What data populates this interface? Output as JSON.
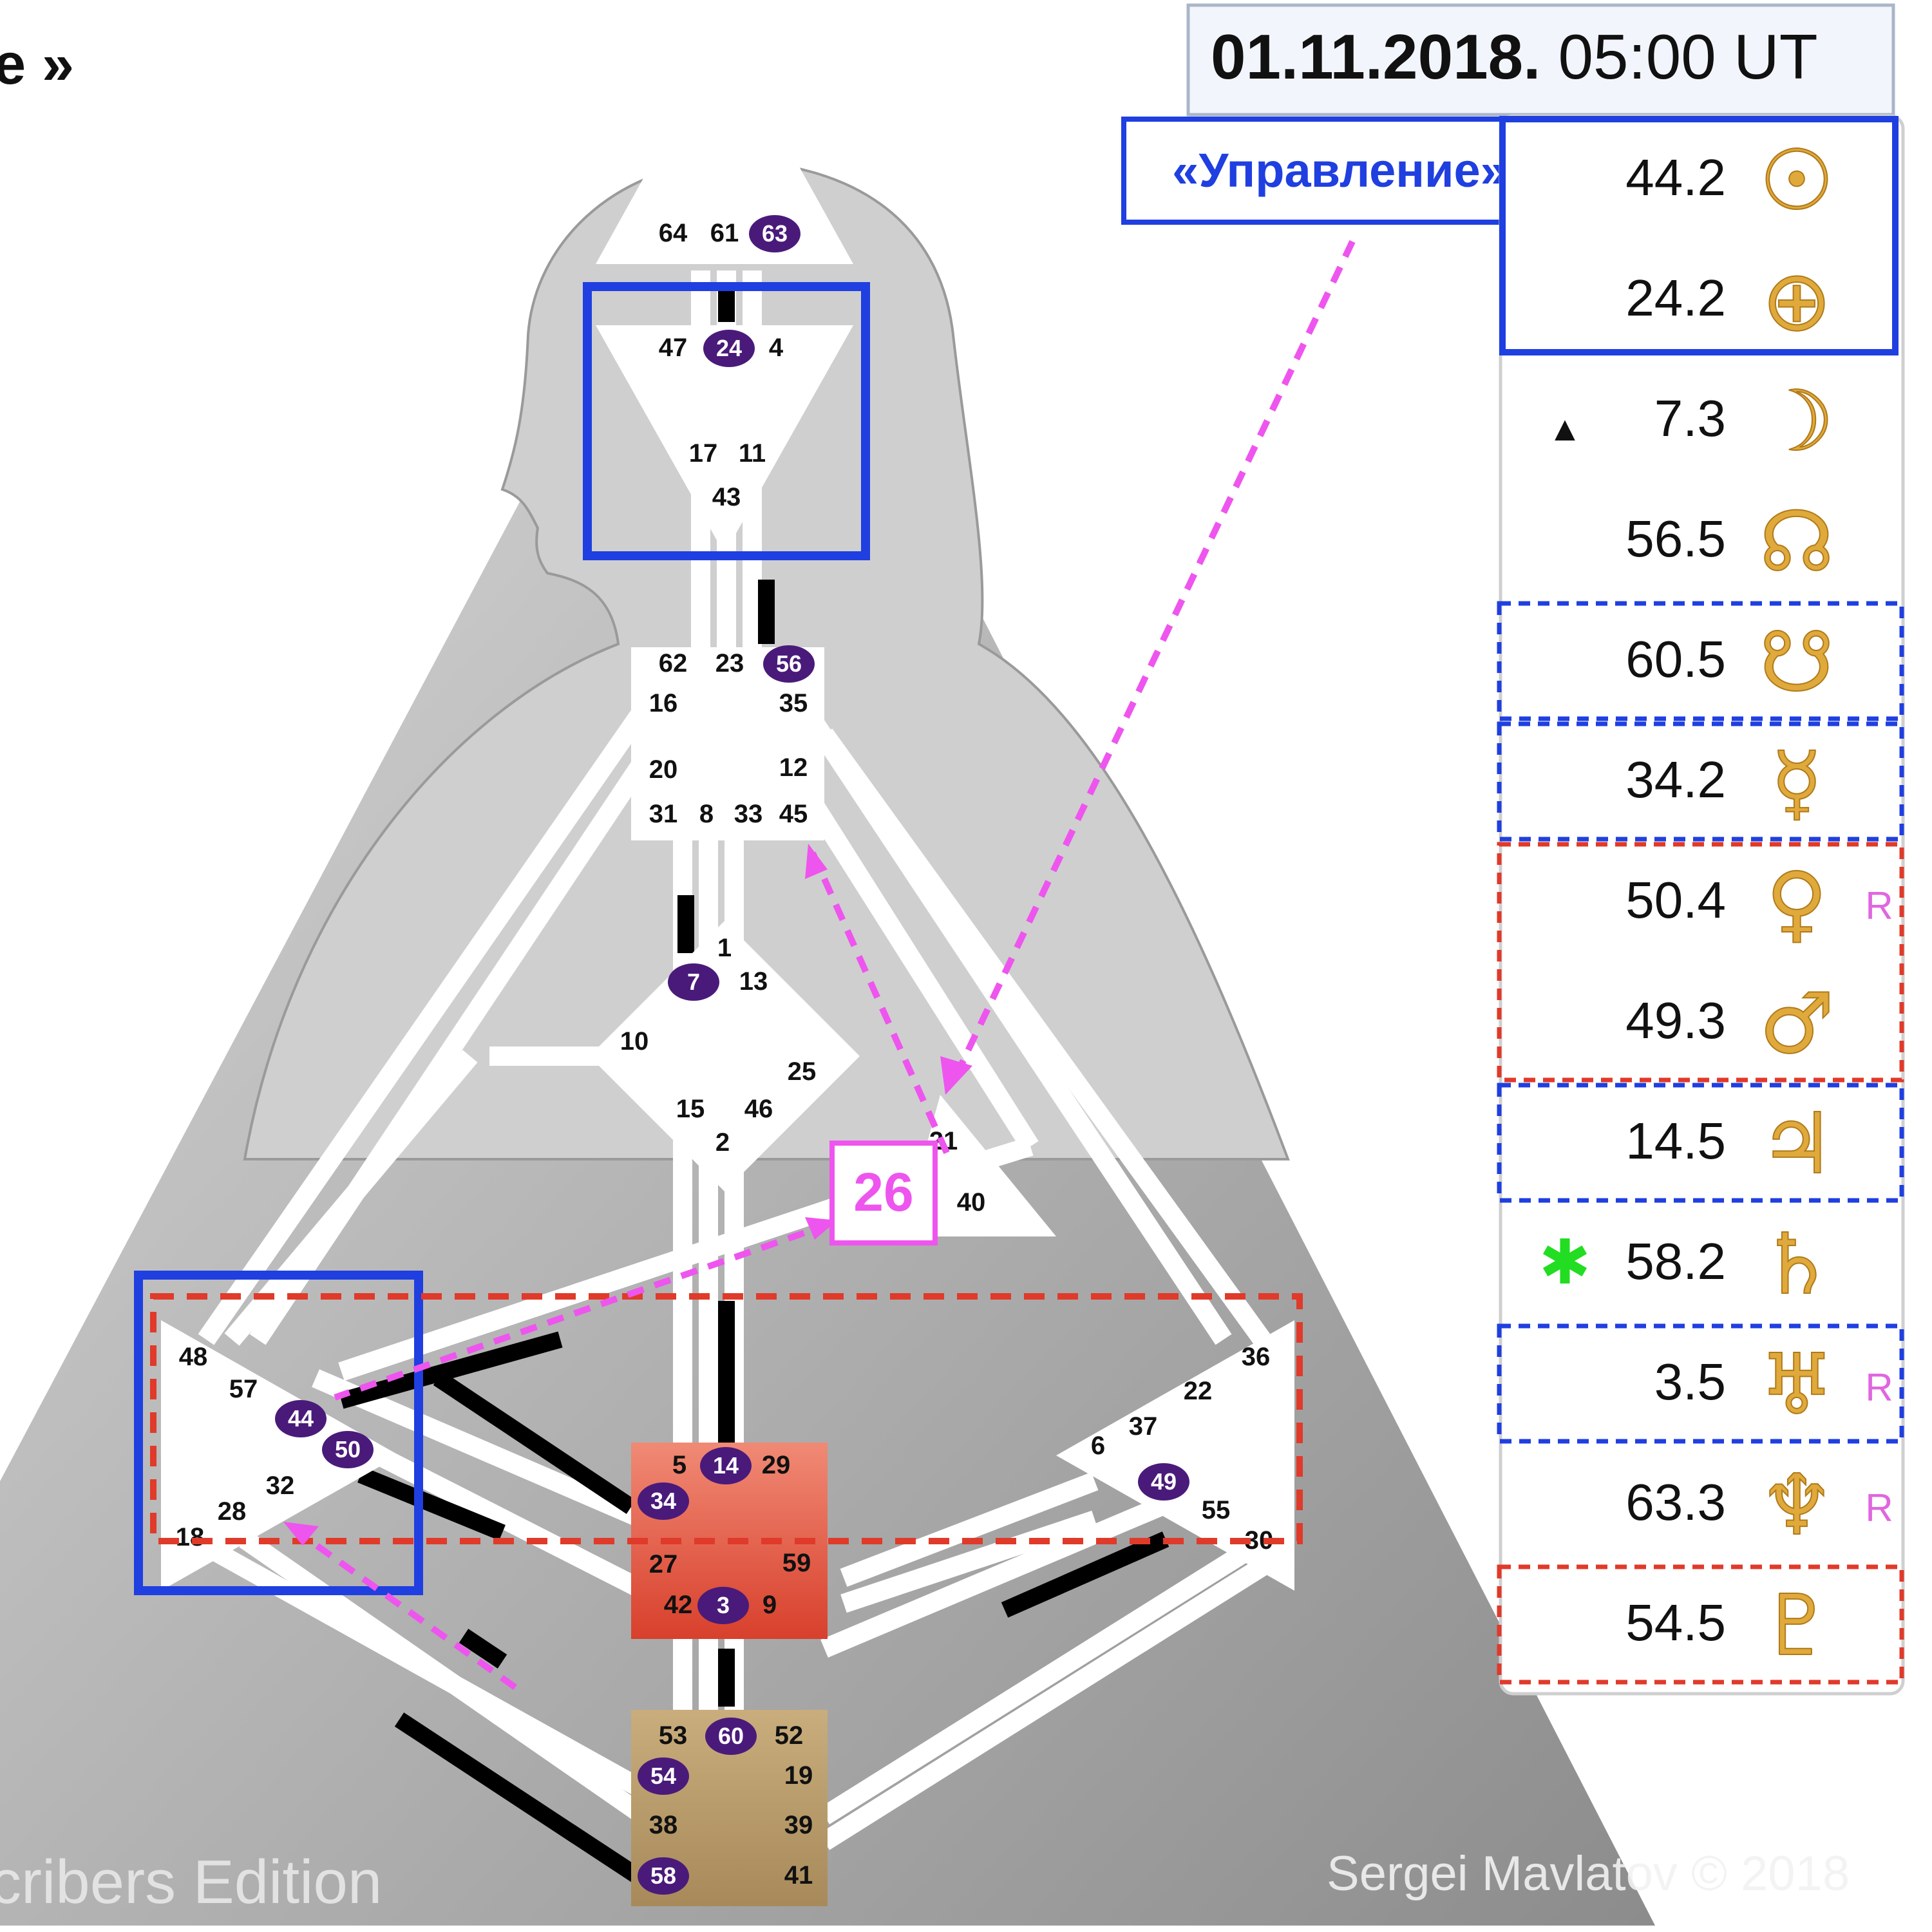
{
  "header": {
    "left_fragment": "e »",
    "date_bold": "01.11.2018.",
    "time": "05:00 UT"
  },
  "callout": {
    "label": "«Управление»",
    "gate_box": "26"
  },
  "footer": {
    "left": "cribers Edition",
    "right": "Sergei Mavlatov © 2018"
  },
  "colors": {
    "blue_box": "#1f3fe0",
    "red_dash": "#e03a2a",
    "magenta": "#ee55ee",
    "activated_gate": "#4a1a7a",
    "sacral": "#e0604a",
    "root": "#b89a6a",
    "planet_glyph": "#e0a93c"
  },
  "bodygraph": {
    "gates": [
      {
        "n": "64",
        "active": false
      },
      {
        "n": "61",
        "active": false
      },
      {
        "n": "63",
        "active": true
      },
      {
        "n": "47",
        "active": false
      },
      {
        "n": "24",
        "active": true
      },
      {
        "n": "4",
        "active": false
      },
      {
        "n": "17",
        "active": false
      },
      {
        "n": "11",
        "active": false
      },
      {
        "n": "43",
        "active": false
      },
      {
        "n": "62",
        "active": false
      },
      {
        "n": "23",
        "active": false
      },
      {
        "n": "56",
        "active": true
      },
      {
        "n": "16",
        "active": false
      },
      {
        "n": "35",
        "active": false
      },
      {
        "n": "20",
        "active": false
      },
      {
        "n": "12",
        "active": false
      },
      {
        "n": "31",
        "active": false
      },
      {
        "n": "8",
        "active": false
      },
      {
        "n": "33",
        "active": false
      },
      {
        "n": "45",
        "active": false
      },
      {
        "n": "1",
        "active": false
      },
      {
        "n": "7",
        "active": true
      },
      {
        "n": "13",
        "active": false
      },
      {
        "n": "10",
        "active": false
      },
      {
        "n": "25",
        "active": false
      },
      {
        "n": "15",
        "active": false
      },
      {
        "n": "46",
        "active": false
      },
      {
        "n": "2",
        "active": false
      },
      {
        "n": "21",
        "active": false
      },
      {
        "n": "40",
        "active": false
      },
      {
        "n": "48",
        "active": false
      },
      {
        "n": "57",
        "active": false
      },
      {
        "n": "44",
        "active": true
      },
      {
        "n": "50",
        "active": true
      },
      {
        "n": "32",
        "active": false
      },
      {
        "n": "28",
        "active": false
      },
      {
        "n": "18",
        "active": false
      },
      {
        "n": "36",
        "active": false
      },
      {
        "n": "22",
        "active": false
      },
      {
        "n": "37",
        "active": false
      },
      {
        "n": "6",
        "active": false
      },
      {
        "n": "49",
        "active": true
      },
      {
        "n": "55",
        "active": false
      },
      {
        "n": "30",
        "active": false
      },
      {
        "n": "5",
        "active": false
      },
      {
        "n": "14",
        "active": true
      },
      {
        "n": "29",
        "active": false
      },
      {
        "n": "34",
        "active": true
      },
      {
        "n": "27",
        "active": false
      },
      {
        "n": "59",
        "active": false
      },
      {
        "n": "42",
        "active": false
      },
      {
        "n": "3",
        "active": true
      },
      {
        "n": "9",
        "active": false
      },
      {
        "n": "53",
        "active": false
      },
      {
        "n": "60",
        "active": true
      },
      {
        "n": "52",
        "active": false
      },
      {
        "n": "54",
        "active": true
      },
      {
        "n": "19",
        "active": false
      },
      {
        "n": "38",
        "active": false
      },
      {
        "n": "39",
        "active": false
      },
      {
        "n": "58",
        "active": true
      },
      {
        "n": "41",
        "active": false
      }
    ]
  },
  "planets": [
    {
      "value": "44.2",
      "glyph": "☉",
      "icon": "sun-icon",
      "marker": "",
      "retro": "",
      "frame": "blue-solid"
    },
    {
      "value": "24.2",
      "glyph": "⊕",
      "icon": "earth-icon",
      "marker": "",
      "retro": "",
      "frame": "blue-solid"
    },
    {
      "value": "7.3",
      "glyph": "☽",
      "icon": "moon-icon",
      "marker": "▲",
      "retro": "",
      "frame": "none"
    },
    {
      "value": "56.5",
      "glyph": "☊",
      "icon": "north-node-icon",
      "marker": "",
      "retro": "",
      "frame": "none"
    },
    {
      "value": "60.5",
      "glyph": "☋",
      "icon": "south-node-icon",
      "marker": "",
      "retro": "",
      "frame": "blue-dashed"
    },
    {
      "value": "34.2",
      "glyph": "☿",
      "icon": "mercury-icon",
      "marker": "",
      "retro": "",
      "frame": "blue-dashed"
    },
    {
      "value": "50.4",
      "glyph": "♀",
      "icon": "venus-icon",
      "marker": "",
      "retro": "R",
      "frame": "red-dashed-top"
    },
    {
      "value": "49.3",
      "glyph": "♂",
      "icon": "mars-icon",
      "marker": "",
      "retro": "",
      "frame": "red-dashed-bottom"
    },
    {
      "value": "14.5",
      "glyph": "♃",
      "icon": "jupiter-icon",
      "marker": "",
      "retro": "",
      "frame": "blue-dashed"
    },
    {
      "value": "58.2",
      "glyph": "♄",
      "icon": "saturn-icon",
      "marker": "✱",
      "retro": "",
      "frame": "none"
    },
    {
      "value": "3.5",
      "glyph": "♅",
      "icon": "uranus-icon",
      "marker": "",
      "retro": "R",
      "frame": "blue-dashed"
    },
    {
      "value": "63.3",
      "glyph": "♆",
      "icon": "neptune-icon",
      "marker": "",
      "retro": "R",
      "frame": "none"
    },
    {
      "value": "54.5",
      "glyph": "♇",
      "icon": "pluto-icon",
      "marker": "",
      "retro": "",
      "frame": "red-dashed"
    }
  ]
}
